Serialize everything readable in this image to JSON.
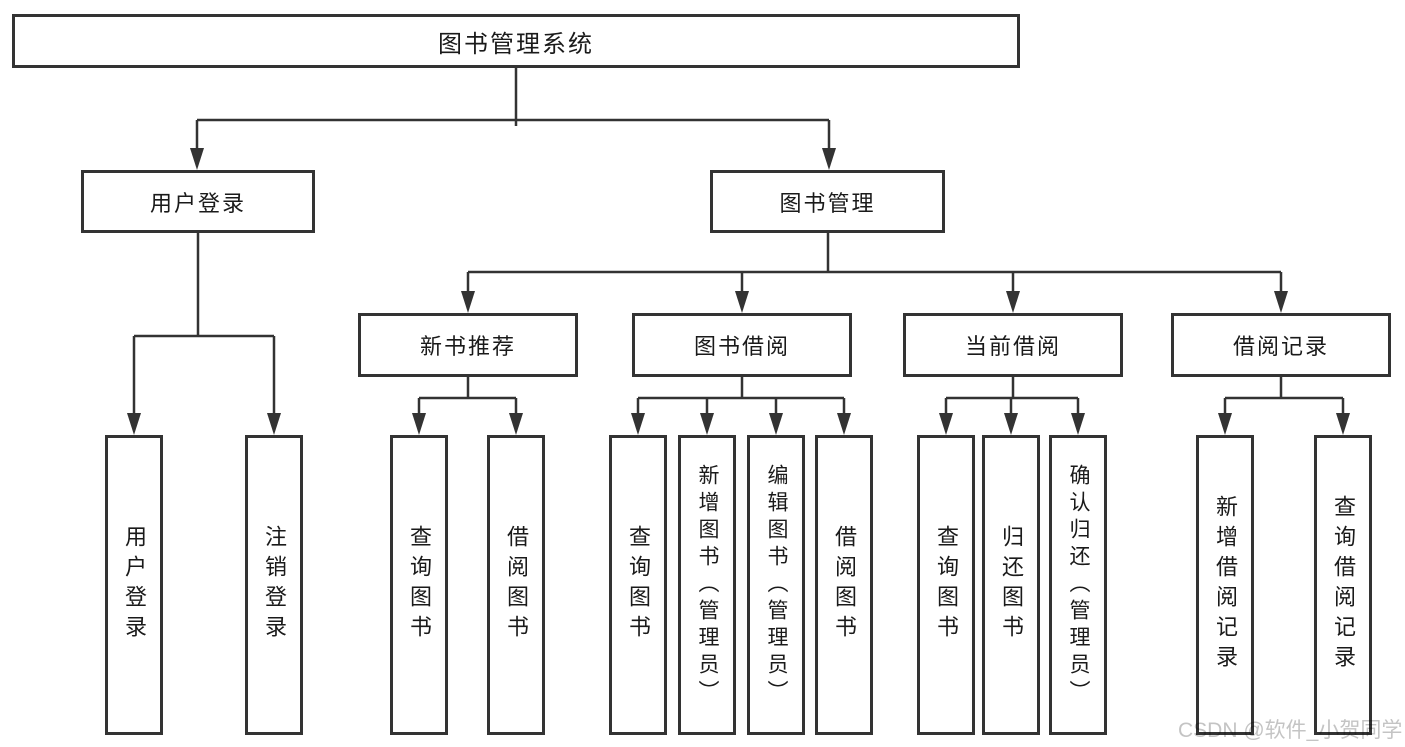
{
  "diagram": {
    "title": "图书管理系统",
    "level2": [
      {
        "label": "用户登录",
        "parent": "图书管理系统"
      },
      {
        "label": "图书管理",
        "parent": "图书管理系统"
      }
    ],
    "level3": [
      {
        "label": "新书推荐",
        "parent": "图书管理"
      },
      {
        "label": "图书借阅",
        "parent": "图书管理"
      },
      {
        "label": "当前借阅",
        "parent": "图书管理"
      },
      {
        "label": "借阅记录",
        "parent": "图书管理"
      }
    ],
    "leaves": [
      {
        "label": "用户登录",
        "parent": "用户登录"
      },
      {
        "label": "注销登录",
        "parent": "用户登录"
      },
      {
        "label": "查询图书",
        "parent": "新书推荐"
      },
      {
        "label": "借阅图书",
        "parent": "新书推荐"
      },
      {
        "label": "查询图书",
        "parent": "图书借阅"
      },
      {
        "label": "新增图书（管理员）",
        "parent": "图书借阅"
      },
      {
        "label": "编辑图书（管理员）",
        "parent": "图书借阅"
      },
      {
        "label": "借阅图书",
        "parent": "图书借阅"
      },
      {
        "label": "查询图书",
        "parent": "当前借阅"
      },
      {
        "label": "归还图书",
        "parent": "当前借阅"
      },
      {
        "label": "确认归还（管理员）",
        "parent": "当前借阅"
      },
      {
        "label": "新增借阅记录",
        "parent": "借阅记录"
      },
      {
        "label": "查询借阅记录",
        "parent": "借阅记录"
      }
    ],
    "watermark": "CSDN @软件_小贺同学",
    "colors": {
      "line": "#333333",
      "text": "#1a1a1a",
      "watermark": "#c4c4c4",
      "background": "#ffffff"
    }
  }
}
